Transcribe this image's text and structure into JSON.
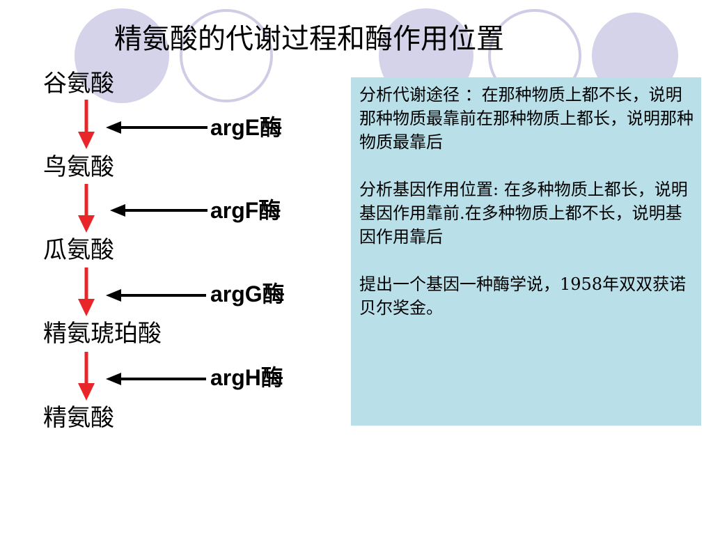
{
  "title": "精氨酸的代谢过程和酶作用位置",
  "pathway": {
    "compounds": [
      "谷氨酸",
      "鸟氨酸",
      "瓜氨酸",
      "精氨琥珀酸",
      "精氨酸"
    ],
    "enzymes": [
      "argE酶",
      "argF酶",
      "argG酶",
      "argH酶"
    ]
  },
  "analysis": {
    "paragraph1": "分析代谢途径 ：在那种物质上都不长，说明那种物质最靠前在那种物质上都长，说明那种物质最靠后",
    "paragraph2": "分析基因作用位置: 在多种物质上都长，说明基因作用靠前.在多种物质上都不长，说明基因作用靠后",
    "paragraph3": "提出一个基因一种酶学说，1958年双双获诺贝尔奖金。"
  },
  "colors": {
    "pathway_arrow": "#e8262a",
    "enzyme_arrow": "#000000",
    "box_background": "#b9dfe9",
    "decor_circle_fill": "#d4d3ea",
    "decor_circle_stroke": "#cfcde6"
  }
}
